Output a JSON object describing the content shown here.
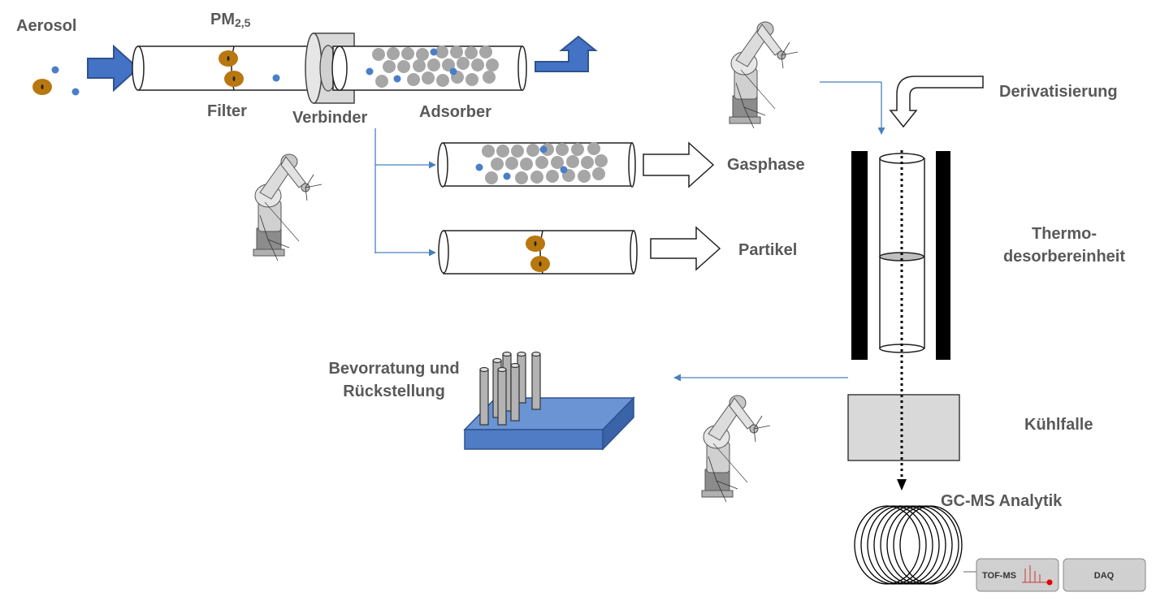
{
  "labels": {
    "aerosol": "Aerosol",
    "pm_main": "PM",
    "pm_sub": "2,5",
    "filter": "Filter",
    "verbinder": "Verbinder",
    "adsorber": "Adsorber",
    "derivatisierung": "Derivatisierung",
    "gasphase": "Gasphase",
    "partikel": "Partikel",
    "thermo_line1": "Thermo-",
    "thermo_line2": "desorbereinheit",
    "bevorratung_line1": "Bevorratung und",
    "bevorratung_line2": "Rückstellung",
    "kuehlfalle": "Kühlfalle",
    "gcms": "GC-MS Analytik",
    "tofms": "TOF-MS",
    "daq": "DAQ"
  },
  "icons": {
    "robot": "robot-arm-icon",
    "arrow_in": "blue-block-arrow-icon",
    "arrow_out": "blue-bent-arrow-icon",
    "outline_arrow": "outline-arrow-icon"
  },
  "colors": {
    "text": "#595959",
    "blue_arrow": "#4472c4",
    "blue_arrow_dark": "#2f528f",
    "particle_blue": "#4a7fc8",
    "particle_brown": "#b8770f",
    "adsorbent_gray": "#a6a6a6",
    "tray_blue": "#4f7cc4",
    "connector_line": "#4a7fbf"
  }
}
